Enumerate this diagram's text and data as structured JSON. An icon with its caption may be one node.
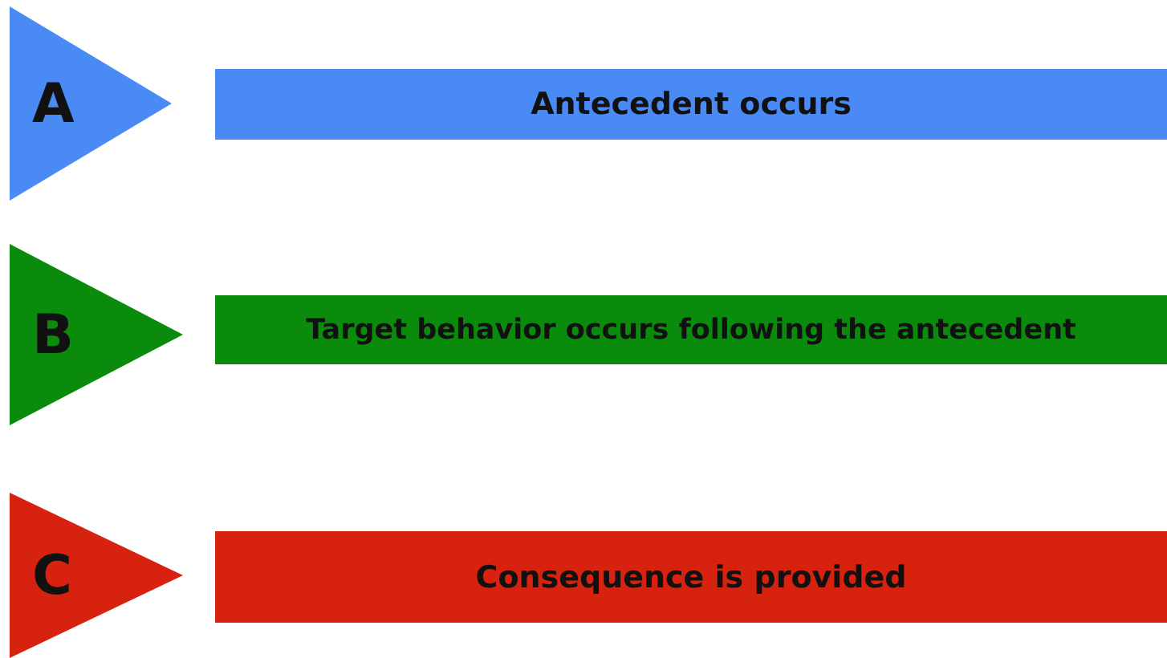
{
  "diagram": {
    "nodes": [
      {
        "text": [
          "A"
        ]
      },
      {
        "text": [
          "Antecedent occurs"
        ]
      },
      {
        "text": [
          "B"
        ]
      },
      {
        "text": [
          "Target behavior occurs following the antecedent"
        ]
      },
      {
        "text": [
          "C"
        ]
      },
      {
        "text": [
          "Consequence is provided"
        ]
      }
    ]
  }
}
